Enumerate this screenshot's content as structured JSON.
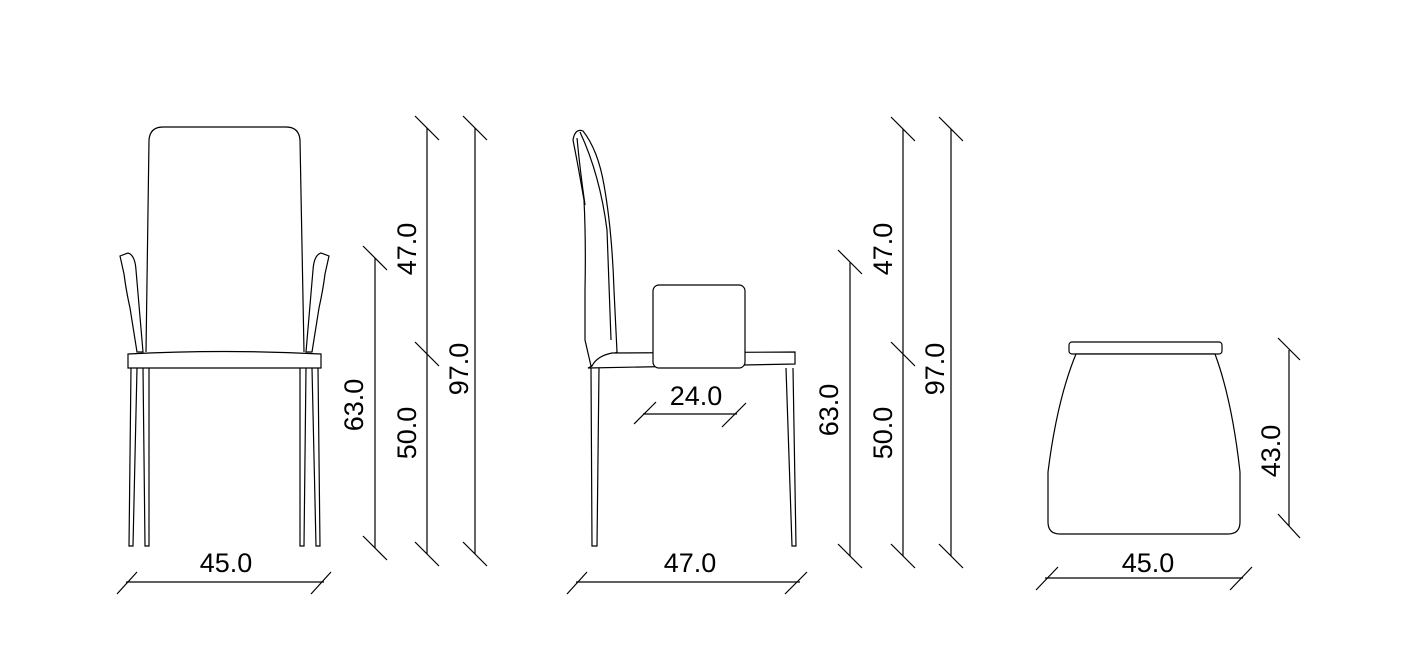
{
  "front_view": {
    "width": "45.0",
    "seat_height": "50.0",
    "backrest": "47.0",
    "total_height": "97.0",
    "armrest_height": "63.0"
  },
  "side_view": {
    "depth": "47.0",
    "armrest_length": "24.0",
    "armrest_height": "63.0",
    "seat_height": "50.0",
    "backrest": "47.0",
    "total_height": "97.0"
  },
  "top_view": {
    "width": "45.0",
    "depth": "43.0"
  },
  "colors": {
    "line": "#000000",
    "background": "#ffffff"
  }
}
